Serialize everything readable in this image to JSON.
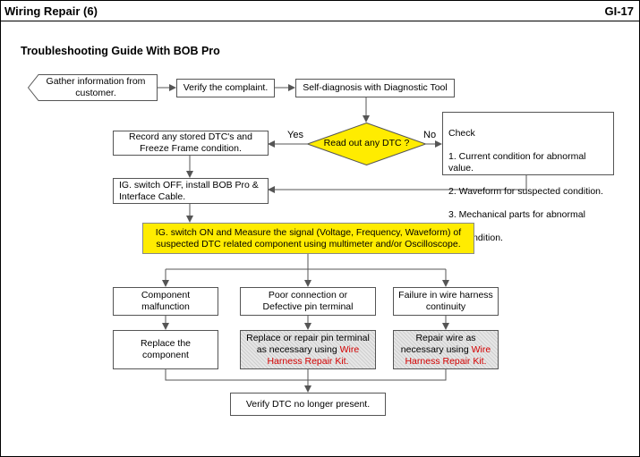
{
  "header": {
    "section": "Wiring Repair (6)",
    "page": "GI-17"
  },
  "doc_title": "Troubleshooting Guide With BOB Pro",
  "flow": {
    "gather": "Gather information from\ncustomer.",
    "verify_complaint": "Verify the complaint.",
    "self_diagnosis": "Self-diagnosis with Diagnostic Tool",
    "decision": "Read out any DTC ?",
    "yes_label": "Yes",
    "no_label": "No",
    "record": "Record any stored DTC's and\nFreeze Frame condition.",
    "check": {
      "title": "Check",
      "items": [
        "1. Current condition for abnormal value.",
        "2. Waveform for suspected condition.",
        "3. Mechanical parts for abnormal",
        "condition."
      ]
    },
    "ig_off": "IG. switch OFF, install BOB Pro &\nInterface Cable.",
    "ig_on": "IG. switch ON and Measure the signal (Voltage, Frequency, Waveform) of\nsuspected DTC related component using multimeter and/or Oscilloscope.",
    "component_malfunction": "Component malfunction",
    "poor_connection": "Poor connection or\nDefective pin terminal",
    "harness_failure": "Failure in wire harness\ncontinuity",
    "replace_component": "Replace the component",
    "repair_pin_a": "Replace or repair pin terminal\nas necessary using ",
    "repair_pin_kit_a": "Wire",
    "repair_pin_kit_b": "Harness Repair Kit.",
    "repair_wire_a": "Repair wire as\nnecessary using ",
    "repair_wire_kit_a": "Wire",
    "repair_wire_kit_b": "Harness Repair Kit.",
    "verify_dtc": "Verify DTC no longer present."
  },
  "colors": {
    "highlight": "#ffec00",
    "kit_text": "#d40000",
    "line": "#555555"
  }
}
